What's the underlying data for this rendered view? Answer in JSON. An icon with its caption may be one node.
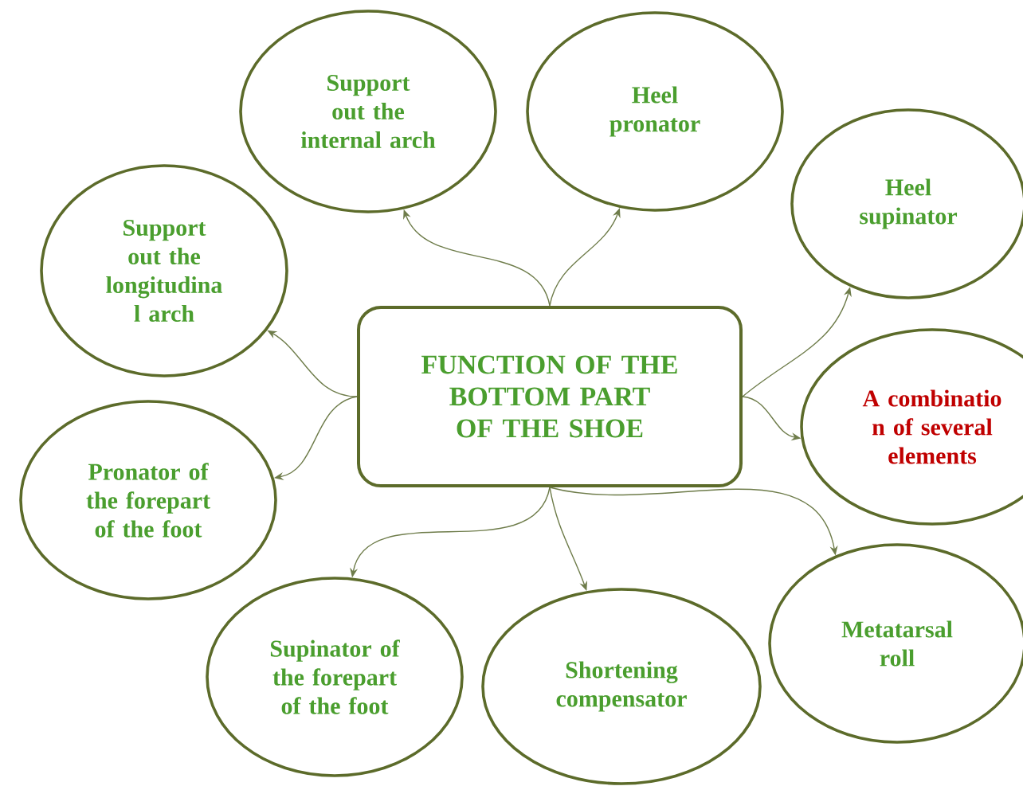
{
  "diagram": {
    "nodes": [
      {
        "text": [
          "FUNCTION OF THE BOTTOM PART OF THE SHOE"
        ]
      },
      {
        "text": [
          "Support out the internal arch"
        ]
      },
      {
        "text": [
          "Heel pronator"
        ]
      },
      {
        "text": [
          "Support out the longitudina l arch"
        ]
      },
      {
        "text": [
          "Heel supinator"
        ]
      },
      {
        "text": [
          "A combinatio n of several elements"
        ]
      },
      {
        "text": [
          "Pronator of the forepart of the foot"
        ]
      },
      {
        "text": [
          "Supinator of the forepart of the foot"
        ]
      },
      {
        "text": [
          "Shortening compensator"
        ]
      },
      {
        "text": [
          "Metatarsal roll"
        ]
      }
    ],
    "edges": [
      {
        "from": 0,
        "to": 1,
        "arrow": "to"
      },
      {
        "from": 0,
        "to": 2,
        "arrow": "to"
      },
      {
        "from": 0,
        "to": 3,
        "arrow": "to"
      },
      {
        "from": 0,
        "to": 4,
        "arrow": "to"
      },
      {
        "from": 0,
        "to": 5,
        "arrow": "to"
      },
      {
        "from": 0,
        "to": 6,
        "arrow": "to"
      },
      {
        "from": 0,
        "to": 7,
        "arrow": "to"
      },
      {
        "from": 0,
        "to": 8,
        "arrow": "to"
      },
      {
        "from": 0,
        "to": 9,
        "arrow": "to"
      }
    ]
  }
}
